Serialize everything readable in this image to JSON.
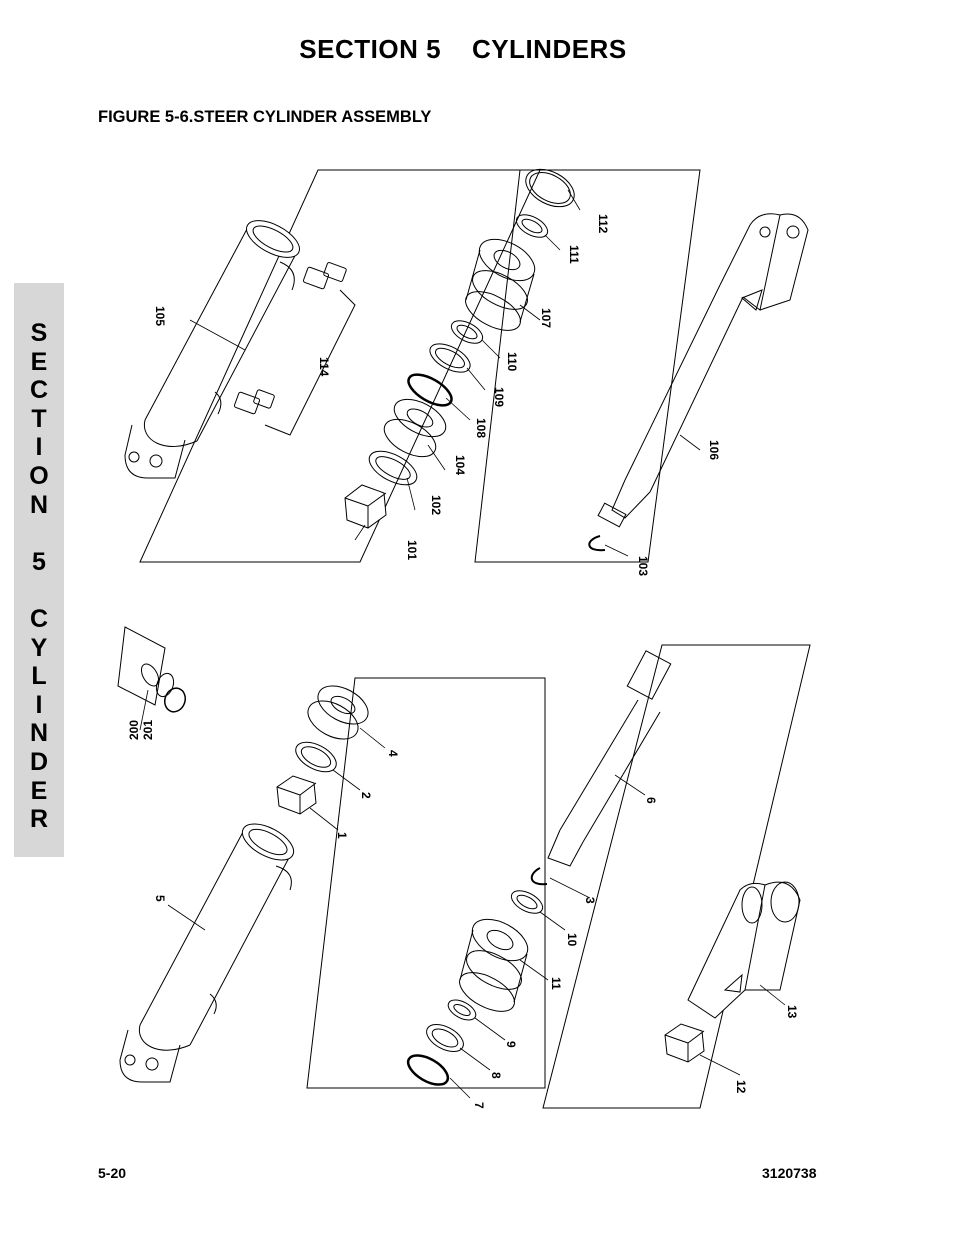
{
  "header": {
    "title": "SECTION 5    CYLINDERS",
    "figure_title": "FIGURE 5-6.STEER CYLINDER ASSEMBLY"
  },
  "side_tab": {
    "text": "S\nE\nC\nT\nI\nO\nN\n\n5\n\nC\nY\nL\nI\nN\nD\nE\nR"
  },
  "callouts": {
    "c105": "105",
    "c114": "114",
    "c101": "101",
    "c102": "102",
    "c104": "104",
    "c108": "108",
    "c109": "109",
    "c110": "110",
    "c107": "107",
    "c111": "111",
    "c112": "112",
    "c106": "106",
    "c103": "103",
    "c200": "200",
    "c201": "201",
    "c4": "4",
    "c2": "2",
    "c1": "1",
    "c5": "5",
    "c6": "6",
    "c3": "3",
    "c10": "10",
    "c11": "11",
    "c9": "9",
    "c8": "8",
    "c7": "7",
    "c13": "13",
    "c12": "12"
  },
  "footer": {
    "page_number": "5-20",
    "doc_number": "3120738"
  },
  "colors": {
    "ink": "#000000",
    "tab_gray": "#d7d7d7",
    "background": "#ffffff"
  }
}
